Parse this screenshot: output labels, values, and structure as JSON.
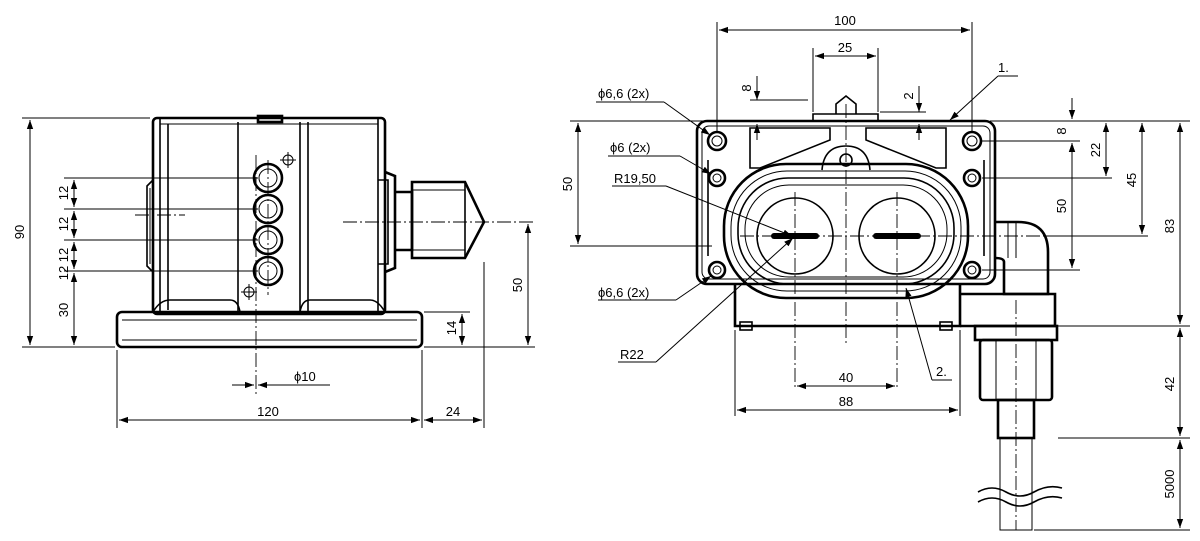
{
  "dimensions": {
    "left_view": {
      "height_total": "90",
      "pitch_1": "12",
      "pitch_2": "12",
      "pitch_3": "12",
      "pitch_4": "12",
      "base_to_lowest": "30",
      "base_height": "14",
      "axis_height": "50",
      "hole_diameter": "ϕ10",
      "width": "120",
      "gland_length": "24"
    },
    "right_view": {
      "width_top": "100",
      "actuator_width": "25",
      "dim_8_top": "8",
      "dim_2_top": "2",
      "callout_1": "1.",
      "holes_top": "ϕ6,6 (2x)",
      "holes_mid": "ϕ6 (2x)",
      "radius_inner": "R19,50",
      "holes_bottom": "ϕ6,6 (2x)",
      "radius_outer": "R22",
      "dim_50_left": "50",
      "dim_8_right": "8",
      "dim_22": "22",
      "dim_45": "45",
      "dim_50_right": "50",
      "dim_83": "83",
      "dim_40": "40",
      "dim_88": "88",
      "callout_2": "2.",
      "dim_42": "42",
      "cable_length": "5000"
    }
  }
}
